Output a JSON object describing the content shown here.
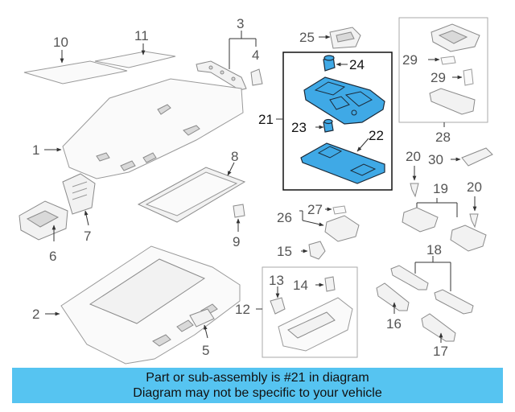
{
  "labels": {
    "p1": "1",
    "p2": "2",
    "p3": "3",
    "p4": "4",
    "p5": "5",
    "p6": "6",
    "p7": "7",
    "p8": "8",
    "p9": "9",
    "p10": "10",
    "p11": "11",
    "p12": "12",
    "p13": "13",
    "p14": "14",
    "p15": "15",
    "p16": "16",
    "p17": "17",
    "p18": "18",
    "p19": "19",
    "p20a": "20",
    "p20b": "20",
    "p21": "21",
    "p22": "22",
    "p23": "23",
    "p24": "24",
    "p25": "25",
    "p26": "26",
    "p27": "27",
    "p28": "28",
    "p29a": "29",
    "p29b": "29",
    "p30": "30"
  },
  "banner": {
    "line1": "Part or sub-assembly is #21 in diagram",
    "line2": "Diagram may not be specific to your vehicle"
  },
  "colors": {
    "highlight": "#3fa9e6",
    "banner": "#56c4f1"
  }
}
